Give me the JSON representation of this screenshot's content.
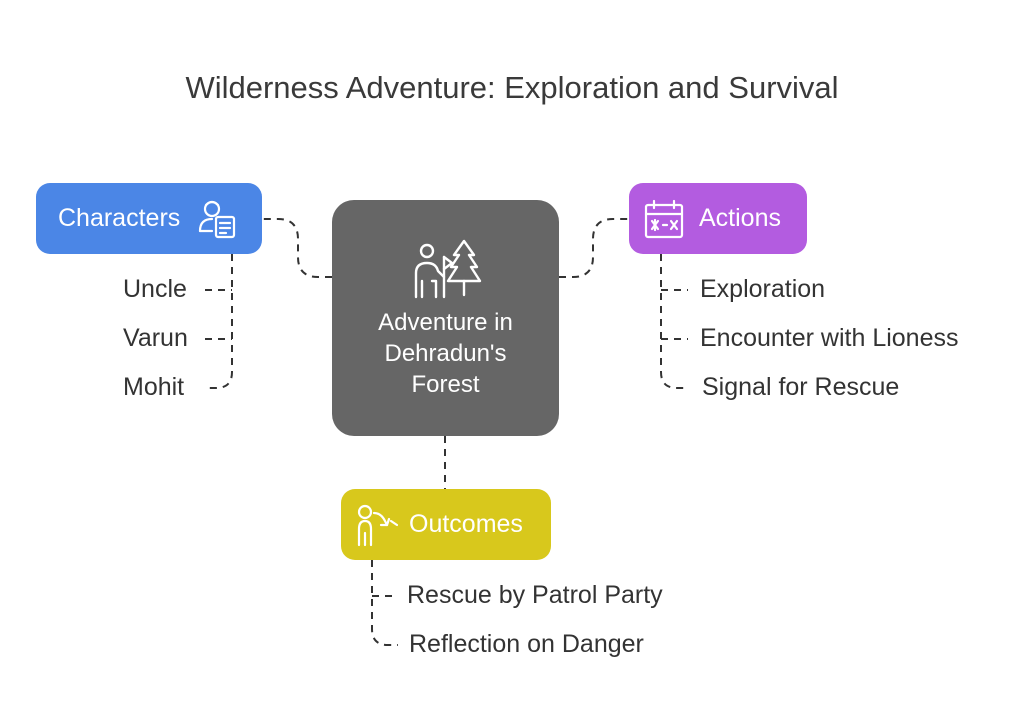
{
  "title": "Wilderness Adventure: Exploration and Survival",
  "center": {
    "label": "Adventure in Dehradun's Forest",
    "icon": "hiker-with-tree-icon"
  },
  "branches": {
    "characters": {
      "label": "Characters",
      "icon": "person-with-document-icon",
      "color": "#4b86e6",
      "items": [
        "Uncle",
        "Varun",
        "Mohit"
      ]
    },
    "actions": {
      "label": "Actions",
      "icon": "calendar-icon",
      "color": "#b35ce0",
      "items": [
        "Exploration",
        "Encounter with Lioness",
        "Signal for Rescue"
      ]
    },
    "outcomes": {
      "label": "Outcomes",
      "icon": "person-arrow-icon",
      "color": "#d8c81c",
      "items": [
        "Rescue by Patrol Party",
        "Reflection on Danger"
      ]
    }
  },
  "colors": {
    "center": "#666666",
    "connector": "#333333"
  }
}
